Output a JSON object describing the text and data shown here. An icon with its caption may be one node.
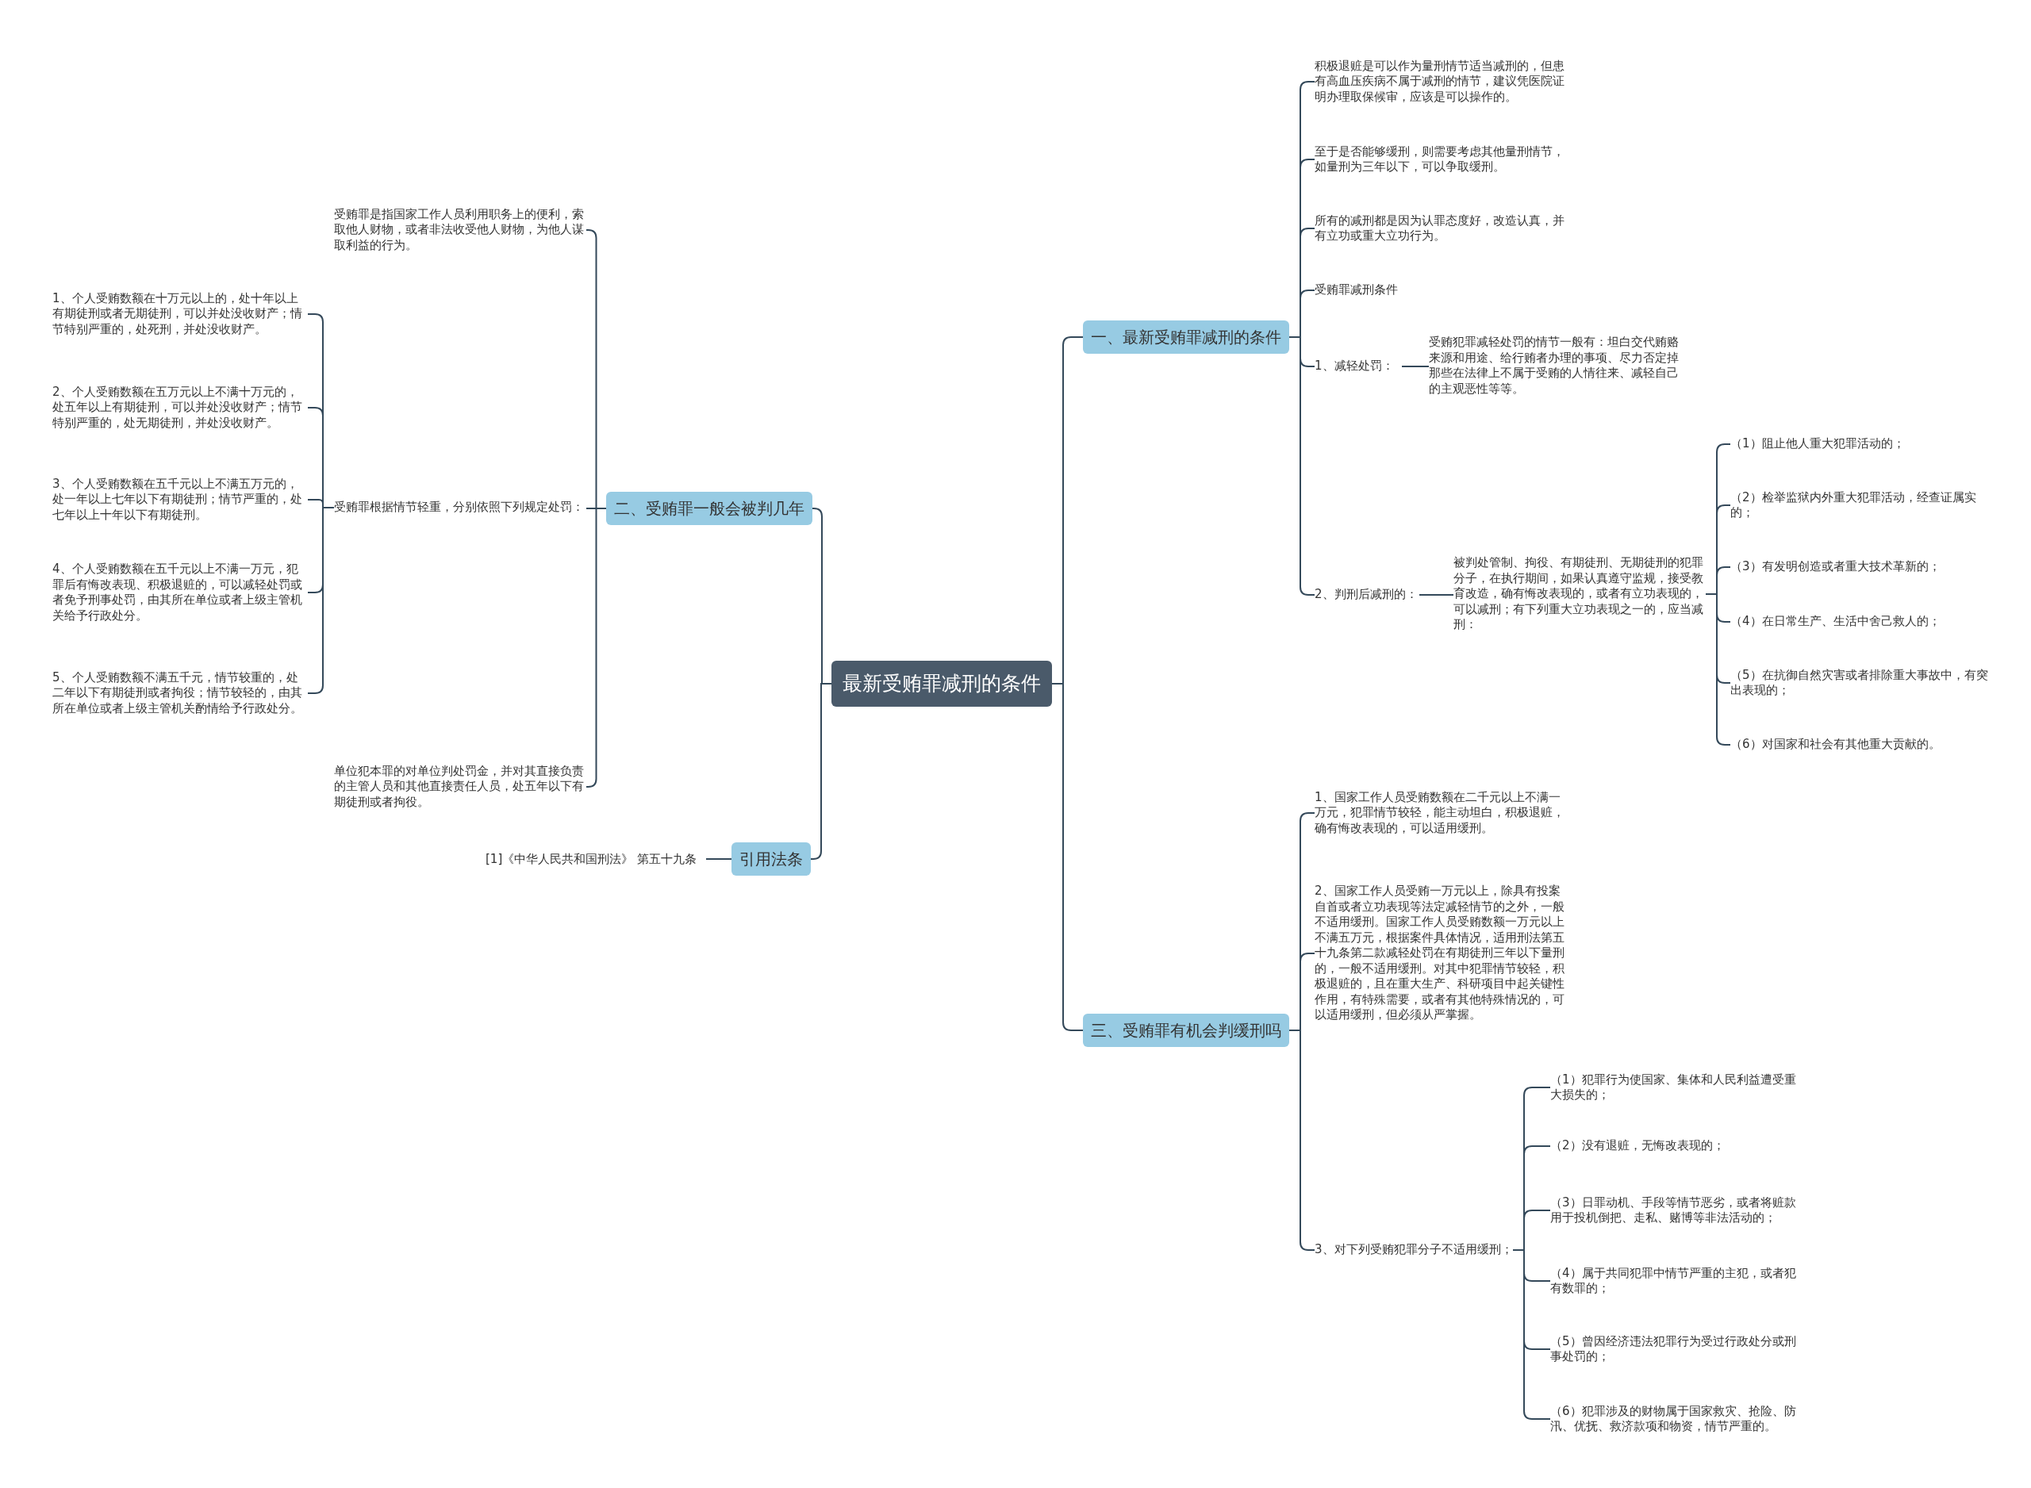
{
  "diagram": {
    "nodes": [
      {
        "text": [
          "最新受贿罪减刑的条件"
        ]
      },
      {
        "text": [
          "一、最新受贿罪减刑的条件"
        ]
      },
      {
        "text": [
          "积极退赃是可以作为量刑情节适当减刑的，但患有高血压疾病不属于减刑的情节，建议凭医院证明办理取保候审，应该是可以操作的。"
        ]
      },
      {
        "text": [
          "至于是否能够缓刑，则需要考虑其他量刑情节，如量刑为三年以下，可以争取缓刑。"
        ]
      },
      {
        "text": [
          "所有的减刑都是因为认罪态度好，改造认真，并有立功或重大立功行为。"
        ]
      },
      {
        "text": [
          "受贿罪减刑条件"
        ]
      },
      {
        "text": [
          "1、减轻处罚："
        ]
      },
      {
        "text": [
          "受贿犯罪减轻处罚的情节一般有：坦白交代贿赂来源和用途、给行贿者办理的事项、尽力否定掉那些在法律上不属于受贿的人情往来、减轻自己的主观恶性等等。"
        ]
      },
      {
        "text": [
          "2、判刑后减刑的："
        ]
      },
      {
        "text": [
          "被判处管制、拘役、有期徒刑、无期徒刑的犯罪分子，在执行期间，如果认真遵守监规，接受教育改造，确有悔改表现的，或者有立功表现的，可以减刑；有下列重大立功表现之一的，应当减刑："
        ]
      },
      {
        "text": [
          "（1）阻止他人重大犯罪活动的；"
        ]
      },
      {
        "text": [
          "（2）检举监狱内外重大犯罪活动，经查证属实的；"
        ]
      },
      {
        "text": [
          "（3）有发明创造或者重大技术革新的；"
        ]
      },
      {
        "text": [
          "（4）在日常生产、生活中舍己救人的；"
        ]
      },
      {
        "text": [
          "（5）在抗御自然灾害或者排除重大事故中，有突出表现的；"
        ]
      },
      {
        "text": [
          "（6）对国家和社会有其他重大贡献的。"
        ]
      },
      {
        "text": [
          "二、受贿罪一般会被判几年"
        ]
      },
      {
        "text": [
          "受贿罪是指国家工作人员利用职务上的便利，索取他人财物，或者非法收受他人财物，为他人谋取利益的行为。"
        ]
      },
      {
        "text": [
          "受贿罪根据情节轻重，分别依照下列规定处罚："
        ]
      },
      {
        "text": [
          "1、个人受贿数额在十万元以上的，处十年以上有期徒刑或者无期徒刑，可以并处没收财产；情节特别严重的，处死刑，并处没收财产。"
        ]
      },
      {
        "text": [
          "2、个人受贿数额在五万元以上不满十万元的，处五年以上有期徒刑，可以并处没收财产；情节特别严重的，处无期徒刑，并处没收财产。"
        ]
      },
      {
        "text": [
          "3、个人受贿数额在五千元以上不满五万元的，处一年以上七年以下有期徒刑；情节严重的，处七年以上十年以下有期徒刑。"
        ]
      },
      {
        "text": [
          "4、个人受贿数额在五千元以上不满一万元，犯罪后有悔改表现、积极退赃的，可以减轻处罚或者免予刑事处罚，由其所在单位或者上级主管机关给予行政处分。"
        ]
      },
      {
        "text": [
          "5、个人受贿数额不满五千元，情节较重的，处二年以下有期徒刑或者拘役；情节较轻的，由其所在单位或者上级主管机关酌情给予行政处分。"
        ]
      },
      {
        "text": [
          "单位犯本罪的对单位判处罚金，并对其直接负责的主管人员和其他直接责任人员，处五年以下有期徒刑或者拘役。"
        ]
      },
      {
        "text": [
          "引用法条"
        ]
      },
      {
        "text": [
          "[1]《中华人民共和国刑法》 第五十九条"
        ]
      },
      {
        "text": [
          "三、受贿罪有机会判缓刑吗"
        ]
      },
      {
        "text": [
          "1、国家工作人员受贿数额在二千元以上不满一万元，犯罪情节较轻，能主动坦白，积极退赃，确有悔改表现的，可以适用缓刑。"
        ]
      },
      {
        "text": [
          "2、国家工作人员受贿一万元以上，除具有投案自首或者立功表现等法定减轻情节的之外，一般不适用缓刑。国家工作人员受贿数额一万元以上不满五万元，根据案件具体情况，适用刑法第五十九条第二款减轻处罚在有期徒刑三年以下量刑的，一般不适用缓刑。对其中犯罪情节较轻，积极退赃的，且在重大生产、科研项目中起关键性作用，有特殊需要，或者有其他特殊情况的，可以适用缓刑，但必须从严掌握。"
        ]
      },
      {
        "text": [
          "3、对下列受贿犯罪分子不适用缓刑；"
        ]
      },
      {
        "text": [
          "（1）犯罪行为使国家、集体和人民利益遭受重大损失的；"
        ]
      },
      {
        "text": [
          "（2）没有退赃，无悔改表现的；"
        ]
      },
      {
        "text": [
          "（3）日罪动机、手段等情节恶劣，或者将赃款用于投机倒把、走私、赌博等非法活动的；"
        ]
      },
      {
        "text": [
          "（4）属于共同犯罪中情节严重的主犯，或者犯有数罪的；"
        ]
      },
      {
        "text": [
          "（5）曾因经济违法犯罪行为受过行政处分或刑事处罚的；"
        ]
      },
      {
        "text": [
          "（6）犯罪涉及的财物属于国家救灾、抢险、防汛、优抚、救济款项和物资，情节严重的。"
        ]
      }
    ],
    "edges": [
      {
        "from": 0,
        "to": 1,
        "arrow": "none"
      },
      {
        "from": 1,
        "to": 2,
        "arrow": "none"
      },
      {
        "from": 1,
        "to": 3,
        "arrow": "none"
      },
      {
        "from": 1,
        "to": 4,
        "arrow": "none"
      },
      {
        "from": 1,
        "to": 5,
        "arrow": "none"
      },
      {
        "from": 1,
        "to": 6,
        "arrow": "none"
      },
      {
        "from": 6,
        "to": 7,
        "arrow": "none"
      },
      {
        "from": 1,
        "to": 8,
        "arrow": "none"
      },
      {
        "from": 8,
        "to": 9,
        "arrow": "none"
      },
      {
        "from": 9,
        "to": 10,
        "arrow": "none"
      },
      {
        "from": 9,
        "to": 11,
        "arrow": "none"
      },
      {
        "from": 9,
        "to": 12,
        "arrow": "none"
      },
      {
        "from": 9,
        "to": 13,
        "arrow": "none"
      },
      {
        "from": 9,
        "to": 14,
        "arrow": "none"
      },
      {
        "from": 9,
        "to": 15,
        "arrow": "none"
      },
      {
        "from": 0,
        "to": 16,
        "arrow": "none"
      },
      {
        "from": 16,
        "to": 17,
        "arrow": "none"
      },
      {
        "from": 16,
        "to": 18,
        "arrow": "none"
      },
      {
        "from": 18,
        "to": 19,
        "arrow": "none"
      },
      {
        "from": 18,
        "to": 20,
        "arrow": "none"
      },
      {
        "from": 18,
        "to": 21,
        "arrow": "none"
      },
      {
        "from": 18,
        "to": 22,
        "arrow": "none"
      },
      {
        "from": 18,
        "to": 23,
        "arrow": "none"
      },
      {
        "from": 16,
        "to": 24,
        "arrow": "none"
      },
      {
        "from": 0,
        "to": 25,
        "arrow": "none"
      },
      {
        "from": 25,
        "to": 26,
        "arrow": "none"
      },
      {
        "from": 0,
        "to": 27,
        "arrow": "none"
      },
      {
        "from": 27,
        "to": 28,
        "arrow": "none"
      },
      {
        "from": 27,
        "to": 29,
        "arrow": "none"
      },
      {
        "from": 27,
        "to": 30,
        "arrow": "none"
      },
      {
        "from": 30,
        "to": 31,
        "arrow": "none"
      },
      {
        "from": 30,
        "to": 32,
        "arrow": "none"
      },
      {
        "from": 30,
        "to": 33,
        "arrow": "none"
      },
      {
        "from": 30,
        "to": 34,
        "arrow": "none"
      },
      {
        "from": 30,
        "to": 35,
        "arrow": "none"
      },
      {
        "from": 30,
        "to": 36,
        "arrow": "none"
      }
    ]
  }
}
